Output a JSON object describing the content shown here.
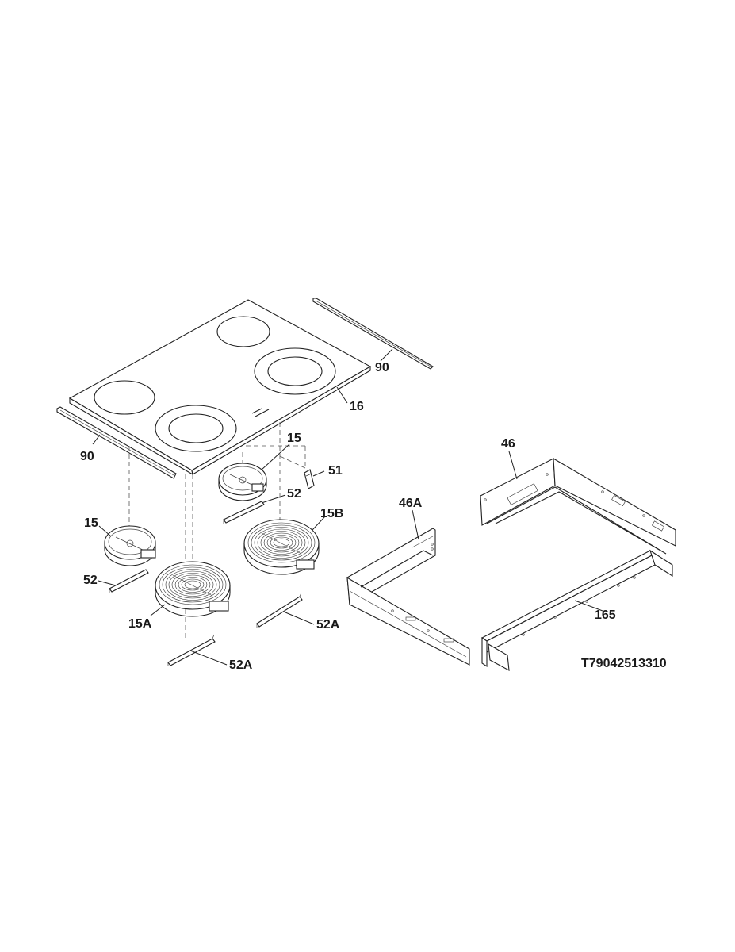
{
  "diagram": {
    "code": "T79042513310",
    "callouts": {
      "glass_top": "16",
      "trim_left": "90",
      "trim_right": "90",
      "element_small_rear": "15",
      "element_small_front": "15",
      "element_large_front": "15A",
      "element_large_rear": "15B",
      "bracket_1": "52",
      "bracket_2": "52",
      "bracket_large_1": "52A",
      "bracket_large_2": "52A",
      "sensor": "51",
      "frame_side": "46A",
      "frame_rear": "46",
      "frame_front": "165"
    }
  }
}
